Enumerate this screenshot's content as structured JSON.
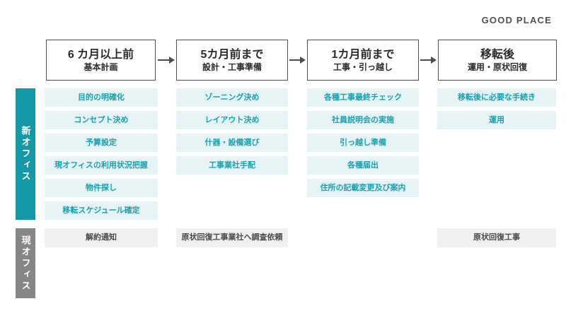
{
  "brand": {
    "logo": "GOOD PLACE"
  },
  "colors": {
    "accent_teal": "#1699a7",
    "task_bg_teal": "#e5f3f5",
    "task_text_teal": "#16a1b1",
    "sidebar_gray": "#868686",
    "task_bg_gray": "#f0f0f0",
    "outline_dark": "#4d4d4d"
  },
  "rows": {
    "new_office_label": "新オフィス",
    "current_office_label": "現オフィス"
  },
  "columns": [
    {
      "header": {
        "title": "6 カ月以上前",
        "subtitle": "基本計画"
      },
      "new_items": [
        "目的の明確化",
        "コンセプト決め",
        "予算設定",
        "現オフィスの利用状況把握",
        "物件探し",
        "移転スケジュール確定"
      ],
      "current_items": [
        "解約通知"
      ]
    },
    {
      "header": {
        "title": "5カ月前まで",
        "subtitle": "設計・工事準備"
      },
      "new_items": [
        "ゾーニング決め",
        "レイアウト決め",
        "什器・設備選び",
        "工事業社手配"
      ],
      "current_items": [
        "原状回復工事業社へ調査依頼"
      ]
    },
    {
      "header": {
        "title": "1カ月前まで",
        "subtitle": "工事・引っ越し"
      },
      "new_items": [
        "各種工事最終チェック",
        "社員説明会の実施",
        "引っ越し準備",
        "各種届出",
        "住所の記載変更及び案内"
      ],
      "current_items": []
    },
    {
      "header": {
        "title": "移転後",
        "subtitle": "運用・原状回復"
      },
      "new_items": [
        "移転後に必要な手続き",
        "運用"
      ],
      "current_items": [
        "原状回復工事"
      ]
    }
  ]
}
